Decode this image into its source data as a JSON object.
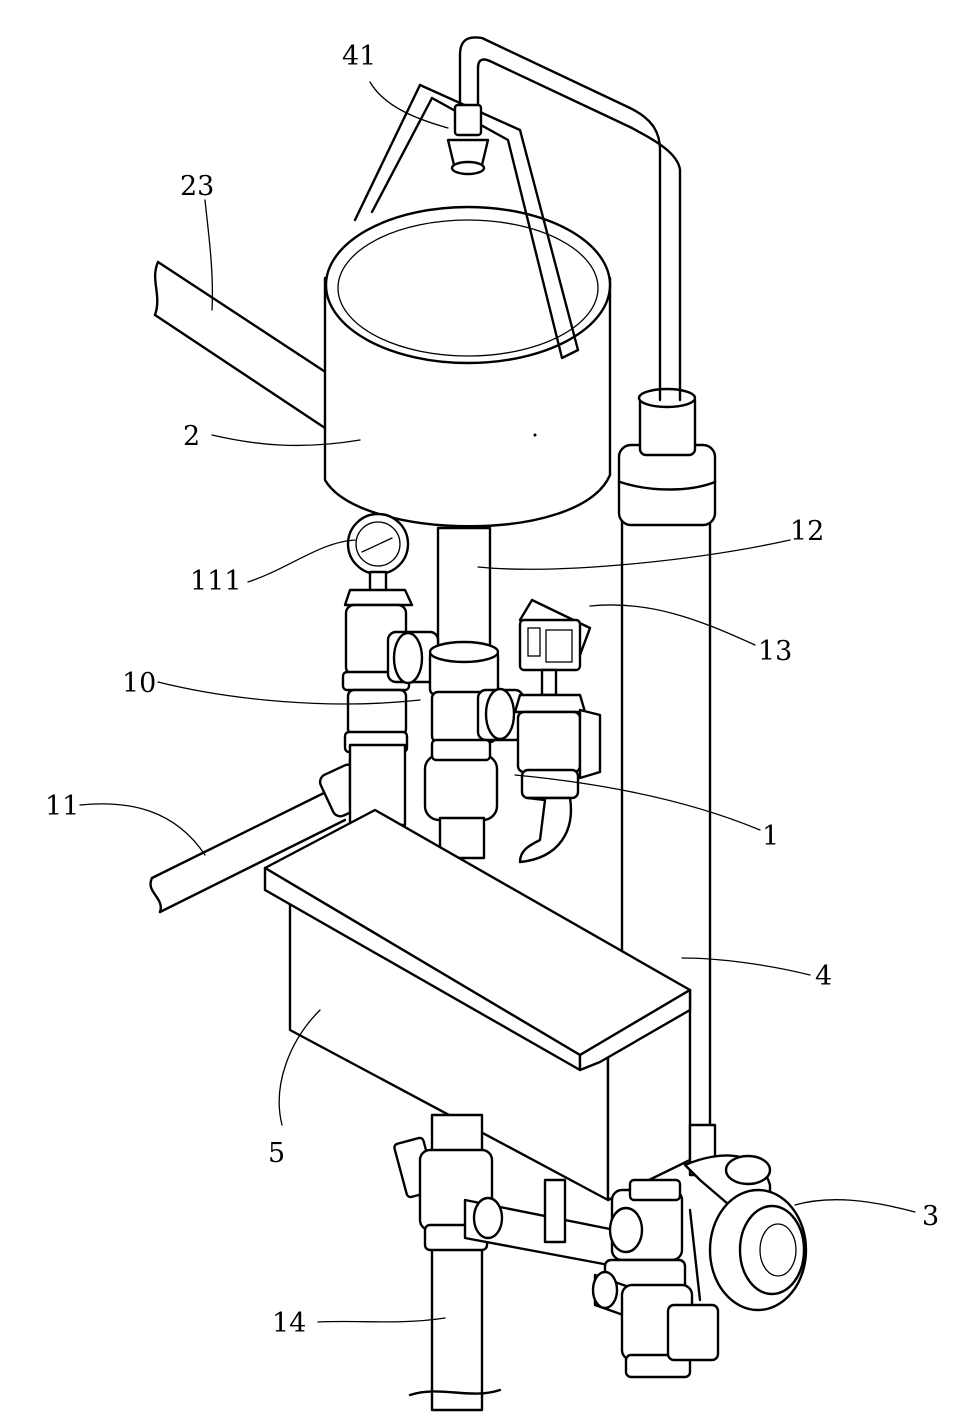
{
  "labels": {
    "l41": "41",
    "l23": "23",
    "l2": "2",
    "l12": "12",
    "l111": "111",
    "l13": "13",
    "l10": "10",
    "l11": "11",
    "l1": "1",
    "l4": "4",
    "l5": "5",
    "l3": "3",
    "l14": "14"
  }
}
